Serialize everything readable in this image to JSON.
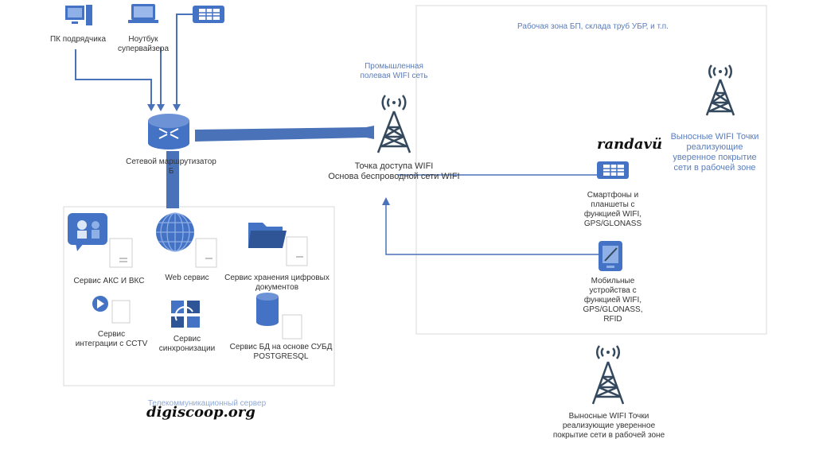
{
  "colors": {
    "primary": "#4472c4",
    "line": "#4a72b8",
    "muted_text": "#5b7dbb"
  },
  "nodes": {
    "pc_dispatcher": "ПК подрядчика",
    "notebook_supervisor": "Ноутбук\nсупервайзера",
    "router": "Сетевой маршрутизатор\nБ",
    "industrial_wifi": "Промышленная\nполевая WIFI сеть",
    "access_point": "Точка доступа WIFI\nОснова беспроводной сети WIFI",
    "work_zone": "Рабочая зона БП, склада труб УБР, и т.п.",
    "remote_ap_right": "Выносные WIFI Точки\nреализующие\nуверенное покрытие\nсети в рабочей зоне",
    "smartphones": "Смартфоны и\nпланшеты с\nфункцией WIFI,\nGPS/GLONASS",
    "mobile_devices": "Мобильные\nустройства с\nфункцией WIFI,\nGPS/GLONASS,\nRFID",
    "remote_ap_bottom": "Выносные WIFI Точки\nреализующие уверенное\nпокрытие сети в рабочей зоне",
    "telecom_server": "Телекоммуникационный сервер"
  },
  "services": {
    "aks": "Сервис АКС И ВКС",
    "web": "Web сервис",
    "storage": "Сервис хранения цифровых\nдокументов",
    "cctv": "Сервис\nинтеграции с CCTV",
    "sync": "Сервис\nсинхронизации",
    "db": "Сервис БД на основе СУБД\nPOSTGRESQL"
  },
  "watermarks": {
    "top": "randavü",
    "bottom": "digiscoop.org"
  }
}
